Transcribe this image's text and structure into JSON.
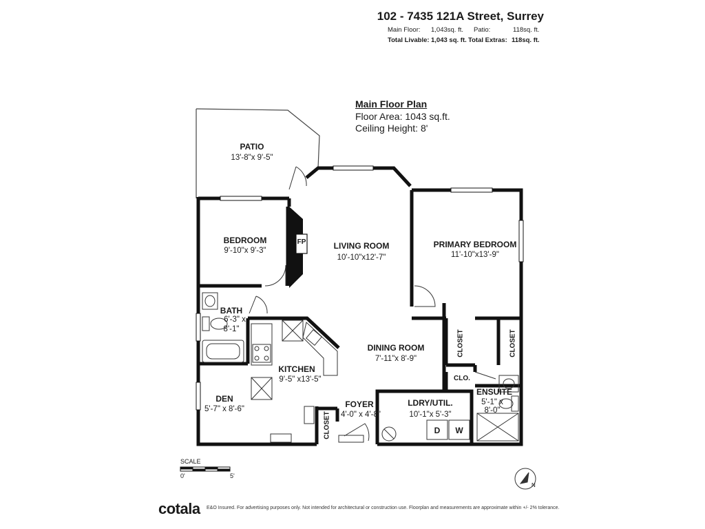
{
  "header": {
    "address": "102 - 7435 121A Street, Surrey",
    "main_floor_label": "Main Floor:",
    "main_floor_value": "1,043sq. ft.",
    "patio_label": "Patio:",
    "patio_value": "118sq. ft.",
    "total_livable_label": "Total Livable:",
    "total_livable_value": "1,043 sq. ft.",
    "total_extras_label": "Total Extras:",
    "total_extras_value": "118sq. ft."
  },
  "plan_info": {
    "title": "Main Floor Plan",
    "floor_area": "Floor Area: 1043 sq.ft.",
    "ceiling_height": "Ceiling Height: 8'"
  },
  "rooms": {
    "patio": {
      "name": "PATIO",
      "dims": "13'-8\"x  9'-5\""
    },
    "bedroom": {
      "name": "BEDROOM",
      "dims": "9'-10\"x  9'-3\""
    },
    "fp": {
      "name": "FP"
    },
    "living": {
      "name": "LIVING ROOM",
      "dims": "10'-10\"x12'-7\""
    },
    "primary": {
      "name": "PRIMARY BEDROOM",
      "dims": "11'-10\"x13'-9\""
    },
    "bath": {
      "name": "BATH",
      "dims1": "6'-3\"  x",
      "dims2": "8'-1\""
    },
    "kitchen": {
      "name": "KITCHEN",
      "dims": "9'-5\"  x13'-5\""
    },
    "dining": {
      "name": "DINING ROOM",
      "dims": "7'-11\"x  8'-9\""
    },
    "den": {
      "name": "DEN",
      "dims": "5'-7\"  x  8'-6\""
    },
    "foyer": {
      "name": "FOYER",
      "dims": "4'-0\"  x  4'-8\""
    },
    "laundry": {
      "name": "LDRY/UTIL.",
      "dims": "10'-1\"x  5'-3\"",
      "dryer": "D",
      "washer": "W"
    },
    "ensuite": {
      "name": "ENSUITE",
      "dims1": "5'-1\"  x",
      "dims2": "8'-0\""
    },
    "closet1": {
      "name": "CLOSET"
    },
    "closet2": {
      "name": "CLOSET"
    },
    "closet3": {
      "name": "CLOSET"
    },
    "clo": {
      "name": "CLO."
    }
  },
  "scale": {
    "label": "SCALE",
    "start": "0'",
    "end": "5'"
  },
  "compass_letter": "N",
  "footer": {
    "brand": "cotala",
    "disclaimer": "E&O Insured. For advertising purposes only. Not intended for architectural or construction use. Floorplan and measurements are approximate within +/- 2% tolerance."
  }
}
